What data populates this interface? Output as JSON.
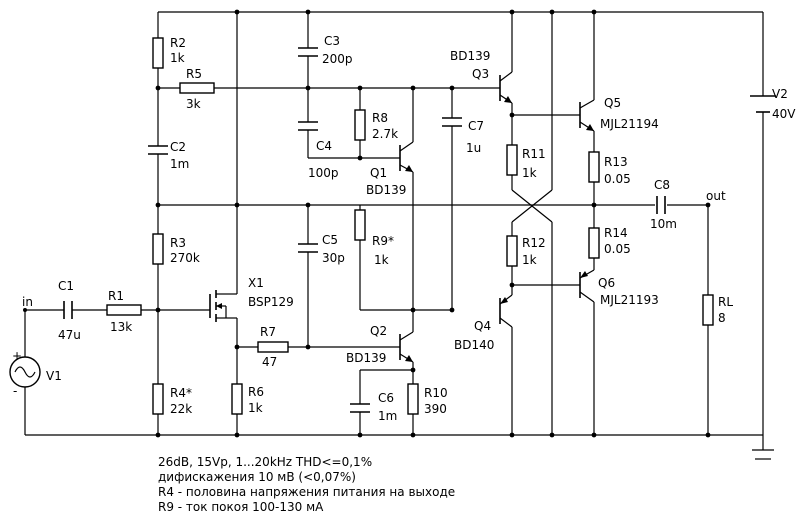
{
  "labels": {
    "R1": "R1",
    "R1v": "13k",
    "R2": "R2",
    "R2v": "1k",
    "R3": "R3",
    "R3v": "270k",
    "R4": "R4*",
    "R4v": "22k",
    "R5": "R5",
    "R5v": "3k",
    "R6": "R6",
    "R6v": "1k",
    "R7": "R7",
    "R7v": "47",
    "R8": "R8",
    "R8v": "2.7k",
    "R9": "R9*",
    "R9v": "1k",
    "R10": "R10",
    "R10v": "390",
    "R11": "R11",
    "R11v": "1k",
    "R12": "R12",
    "R12v": "1k",
    "R13": "R13",
    "R13v": "0.05",
    "R14": "R14",
    "R14v": "0.05",
    "RL": "RL",
    "RLv": "8",
    "C1": "C1",
    "C1v": "47u",
    "C2": "C2",
    "C2v": "1m",
    "C3": "C3",
    "C3v": "200p",
    "C4": "C4",
    "C4v": "100p",
    "C5": "C5",
    "C5v": "30p",
    "C6": "C6",
    "C6v": "1m",
    "C7": "C7",
    "C7v": "1u",
    "C8": "C8",
    "C8v": "10m",
    "Q1": "Q1",
    "Q1t": "BD139",
    "Q2": "Q2",
    "Q2t": "BD139",
    "Q3": "Q3",
    "Q3t": "BD139",
    "Q4": "Q4",
    "Q4t": "BD140",
    "Q5": "Q5",
    "Q5t": "MJL21194",
    "Q6": "Q6",
    "Q6t": "MJL21193",
    "X1": "X1",
    "X1t": "BSP129",
    "V1": "V1",
    "V2": "V2",
    "V2v": "40V",
    "in": "in",
    "out": "out",
    "plus": "+",
    "minus": "-"
  },
  "notes": [
    "26dB, 15Vp, 1...20kHz THD<=0,1%",
    "дифискажения 10 мВ (<0,07%)",
    "R4 - половина напряжения питания на выходе",
    "R9 - ток покоя 100-130 мА"
  ]
}
